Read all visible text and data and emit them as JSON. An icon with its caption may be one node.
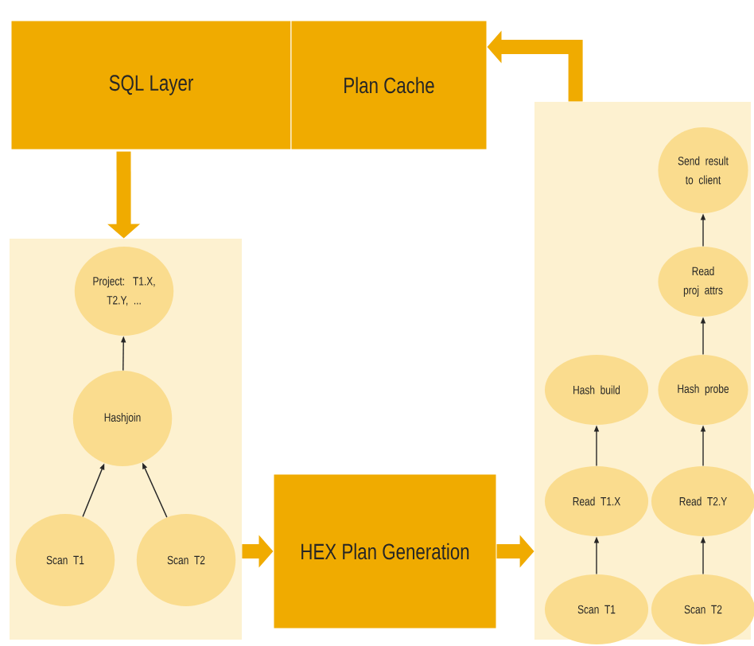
{
  "diagram": {
    "nodes": [
      {
        "text": [
          "SQL Layer"
        ]
      },
      {
        "text": [
          "Plan Cache"
        ]
      },
      {
        "text": [],
        "shape": "box"
      },
      {
        "text": [
          "Project: T1.X, T2.Y, ..."
        ],
        "in": 2
      },
      {
        "text": [
          "Hashjoin"
        ],
        "in": 2
      },
      {
        "text": [
          "Scan T1"
        ],
        "in": 2
      },
      {
        "text": [
          "Scan T2"
        ],
        "in": 2
      },
      {
        "text": [
          "HEX Plan Generation"
        ]
      },
      {
        "text": [],
        "shape": "box"
      },
      {
        "text": [
          "Send result to client"
        ],
        "in": 8
      },
      {
        "text": [
          "Read proj attrs"
        ],
        "in": 8
      },
      {
        "text": [
          "Hash build"
        ],
        "in": 8
      },
      {
        "text": [
          "Hash probe"
        ],
        "in": 8
      },
      {
        "text": [
          "Read T1.X"
        ],
        "in": 8
      },
      {
        "text": [
          "Read T2.Y"
        ],
        "in": 8
      },
      {
        "text": [
          "Scan T1"
        ],
        "in": 8
      },
      {
        "text": [
          "Scan T2"
        ],
        "in": 8
      }
    ],
    "edges": [
      {
        "from": 0,
        "to": 2,
        "arrow": "to",
        "style": "thick",
        "color": "#f0ab00"
      },
      {
        "from": 5,
        "to": 4,
        "arrow": "to"
      },
      {
        "from": 6,
        "to": 4,
        "arrow": "to"
      },
      {
        "from": 4,
        "to": 3,
        "arrow": "to"
      },
      {
        "from": 2,
        "to": 7,
        "arrow": "to",
        "style": "thick",
        "color": "#f0ab00"
      },
      {
        "from": 7,
        "to": 8,
        "arrow": "to",
        "style": "thick",
        "color": "#f0ab00"
      },
      {
        "from": 15,
        "to": 13,
        "arrow": "to"
      },
      {
        "from": 13,
        "to": 11,
        "arrow": "to"
      },
      {
        "from": 16,
        "to": 14,
        "arrow": "to"
      },
      {
        "from": 14,
        "to": 12,
        "arrow": "to"
      },
      {
        "from": 12,
        "to": 10,
        "arrow": "to"
      },
      {
        "from": 10,
        "to": 9,
        "arrow": "to"
      },
      {
        "from": 8,
        "to": 1,
        "arrow": "to",
        "style": "thick",
        "color": "#f0ab00"
      }
    ]
  }
}
